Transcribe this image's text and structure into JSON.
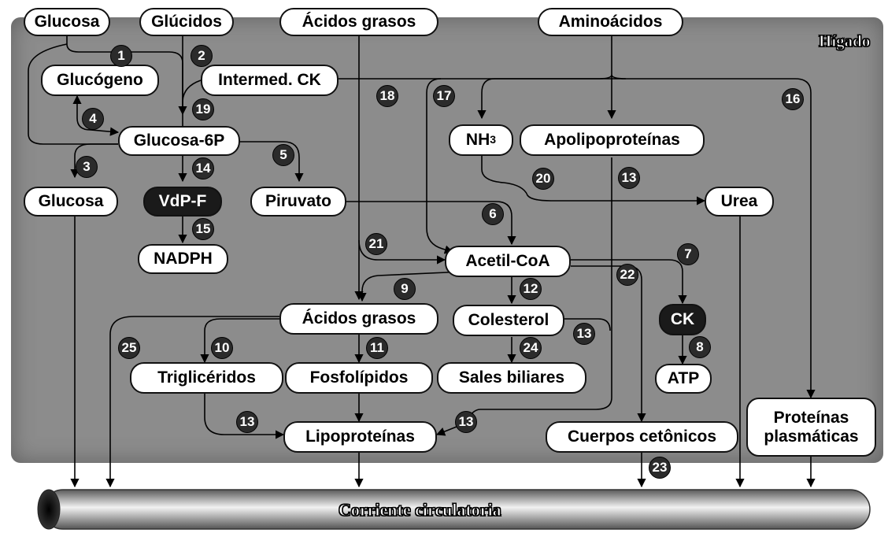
{
  "region_label": "Hígado",
  "vessel_label": "Corriente circulatoria",
  "nodes": {
    "glucosa_top": "Glucosa",
    "glucidos": "Glúcidos",
    "acidos_grasos_top": "Ácidos grasos",
    "aminoacidos": "Aminoácidos",
    "glucogeno": "Glucógeno",
    "intermed_ck": "Intermed. CK",
    "glucosa_6p": "Glucosa-6P",
    "nh3": "NH",
    "nh3_sub": "3",
    "apolipoproteinas": "Apolipoproteínas",
    "glucosa_mid": "Glucosa",
    "vdp_f": "VdP-F",
    "piruvato": "Piruvato",
    "urea": "Urea",
    "nadph": "NADPH",
    "acetil_coa": "Acetil-CoA",
    "acidos_grasos_mid": "Ácidos grasos",
    "colesterol": "Colesterol",
    "ck": "CK",
    "trigliceridos": "Triglicéridos",
    "fosfolipidos": "Fosfolípidos",
    "sales_biliares": "Sales biliares",
    "atp": "ATP",
    "lipoproteinas": "Lipoproteínas",
    "cuerpos_cetonicos": "Cuerpos cetônicos",
    "proteinas_plasmaticas": "Proteínas plasmáticas"
  },
  "steps": [
    "1",
    "2",
    "3",
    "4",
    "5",
    "6",
    "7",
    "8",
    "9",
    "10",
    "11",
    "12",
    "13",
    "13",
    "13",
    "13",
    "14",
    "15",
    "16",
    "17",
    "18",
    "19",
    "20",
    "21",
    "22",
    "23",
    "24",
    "25"
  ]
}
